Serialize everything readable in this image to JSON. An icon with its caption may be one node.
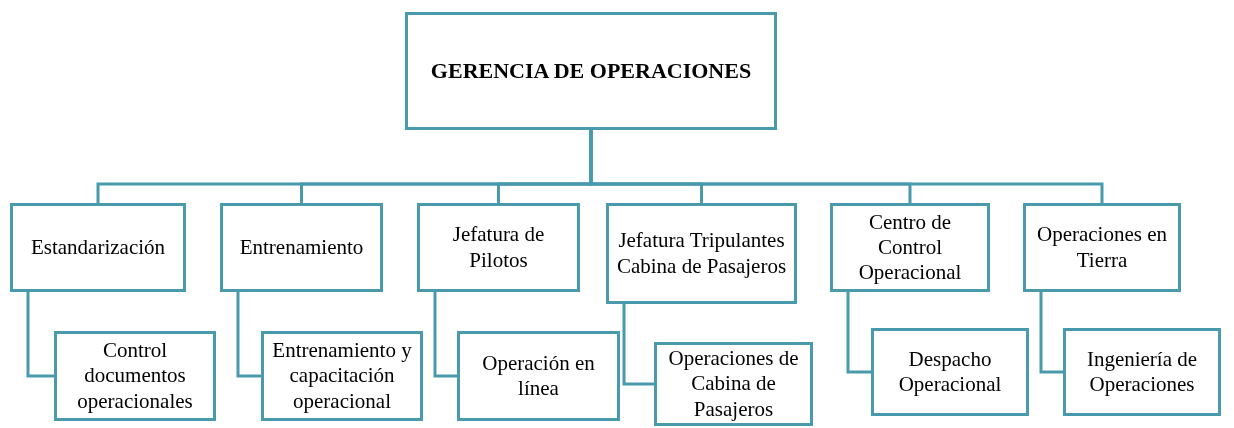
{
  "diagram": {
    "nodes": [
      {
        "text": [
          "GERENCIA DE OPERACIONES"
        ]
      },
      {
        "text": [
          "Estandarización"
        ]
      },
      {
        "text": [
          "Entrenamiento"
        ]
      },
      {
        "text": [
          "Jefatura de Pilotos"
        ]
      },
      {
        "text": [
          "Jefatura Tripulantes Cabina de Pasajeros"
        ]
      },
      {
        "text": [
          "Centro de Control Operacional"
        ]
      },
      {
        "text": [
          "Operaciones en Tierra"
        ]
      },
      {
        "text": [
          "Control documentos operacionales"
        ]
      },
      {
        "text": [
          "Entrenamiento y capacitación operacional"
        ]
      },
      {
        "text": [
          "Operación en línea"
        ]
      },
      {
        "text": [
          "Operaciones de Cabina de Pasajeros"
        ]
      },
      {
        "text": [
          "Despacho Operacional"
        ]
      },
      {
        "text": [
          "Ingeniería de Operaciones"
        ]
      }
    ],
    "edges": [
      {
        "from": 0,
        "to": 1,
        "arrow": "none"
      },
      {
        "from": 0,
        "to": 2,
        "arrow": "none"
      },
      {
        "from": 0,
        "to": 3,
        "arrow": "none"
      },
      {
        "from": 0,
        "to": 4,
        "arrow": "none"
      },
      {
        "from": 0,
        "to": 5,
        "arrow": "none"
      },
      {
        "from": 0,
        "to": 6,
        "arrow": "none"
      },
      {
        "from": 1,
        "to": 7,
        "arrow": "none"
      },
      {
        "from": 2,
        "to": 8,
        "arrow": "none"
      },
      {
        "from": 3,
        "to": 9,
        "arrow": "none"
      },
      {
        "from": 4,
        "to": 10,
        "arrow": "none"
      },
      {
        "from": 5,
        "to": 11,
        "arrow": "none"
      },
      {
        "from": 6,
        "to": 12,
        "arrow": "none"
      }
    ]
  }
}
